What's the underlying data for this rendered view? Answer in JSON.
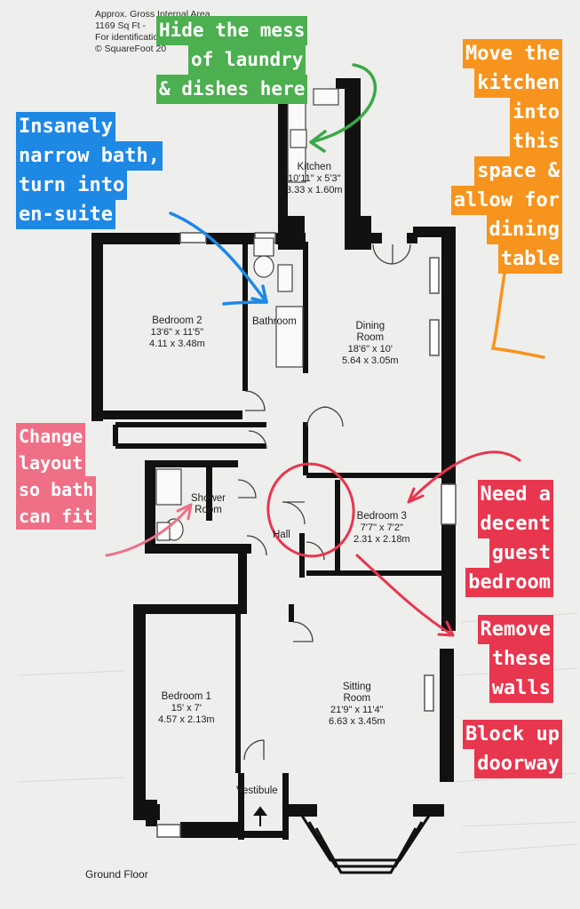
{
  "header": {
    "lines": [
      "Approx. Gross Internal Area",
      "1169 Sq Ft -",
      "For identification only. Not to scale.",
      "© SquareFoot 20"
    ]
  },
  "rooms": {
    "kitchen": {
      "name": "Kitchen",
      "imperial": "10'11\" x 5'3\"",
      "metric": "3.33 x 1.60m"
    },
    "bathroom": {
      "name": "Bathroom"
    },
    "bedroom2": {
      "name": "Bedroom 2",
      "imperial": "13'6\" x 11'5\"",
      "metric": "4.11 x 3.48m"
    },
    "dining": {
      "name_line1": "Dining",
      "name_line2": "Room",
      "imperial": "18'6\" x 10'",
      "metric": "5.64 x 3.05m"
    },
    "shower": {
      "name_line1": "Shower",
      "name_line2": "Room"
    },
    "hall": {
      "name": "Hall"
    },
    "bedroom3": {
      "name": "Bedroom 3",
      "imperial": "7'7\" x 7'2\"",
      "metric": "2.31 x 2.18m"
    },
    "bedroom1": {
      "name": "Bedroom 1",
      "imperial": "15' x 7'",
      "metric": "4.57 x 2.13m"
    },
    "sitting": {
      "name_line1": "Sitting",
      "name_line2": "Room",
      "imperial": "21'9\" x 11'4\"",
      "metric": "6.63 x 3.45m"
    },
    "vestibule": {
      "name": "Vestibule"
    }
  },
  "floor_label": "Ground Floor",
  "annotations": {
    "laundry": {
      "lines": [
        "Hide the mess",
        "of laundry",
        "& dishes here"
      ],
      "color": "#4caf50"
    },
    "kitchen_move": {
      "lines": [
        "Move the",
        "kitchen",
        "into",
        "this",
        "space &",
        "allow for",
        "dining",
        "table"
      ],
      "color": "#f7941d"
    },
    "bath": {
      "lines": [
        "Insanely",
        "narrow bath,",
        "turn into",
        "en-suite"
      ],
      "color": "#1e88e5"
    },
    "layout": {
      "lines": [
        "Change",
        "layout",
        "so bath",
        "can fit"
      ],
      "color": "#ef6f86"
    },
    "guest": {
      "lines": [
        "Need a",
        "decent",
        "guest",
        "bedroom"
      ],
      "color": "#e8364f"
    },
    "walls": {
      "lines": [
        "Remove",
        "these",
        "walls"
      ],
      "color": "#e8364f"
    },
    "doorway": {
      "lines": [
        "Block up",
        "doorway"
      ],
      "color": "#e8364f"
    }
  }
}
